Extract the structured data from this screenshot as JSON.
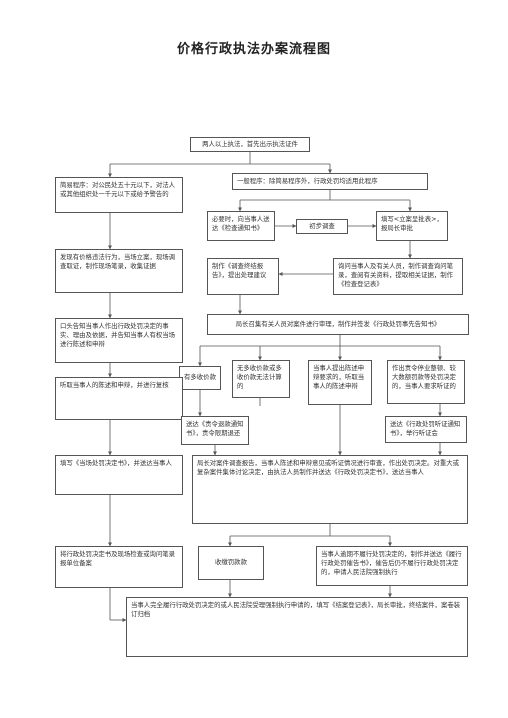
{
  "title": "价格行政执法办案流程图",
  "nodes": {
    "start": "两人以上执法，首先出示执法证件",
    "simple": "简易程序：对公民处五十元以下，对法人或其他组织处一千元以下或给予警告的",
    "general": "一般程序：除简易程序外，行政处罚均适用此程序",
    "notice": "必要时，向当事人送达《检查通知书》",
    "initial": "初步调查",
    "approval": "填写<立案呈批表>，报局长审批",
    "findings": "发现有价格违法行为，当场立案，现场调查取证，制作现场笔录，收集证据",
    "report": "制作《调查终结报告》，提出处理建议",
    "investigate": "询问当事人及有关人员，制作调查询问笔录，查阅有关资料，提取相关证据，制作《检查登记表》",
    "inform_oral": "口头告知当事人作出行政处罚决定的事实、理由及依据，并告知当事人有权当场进行陈述和申辩",
    "director": "局长召集有关人员对案件进行审理，制作并签发《行政处罚事先告知书》",
    "income": "有多收价款",
    "no_income": "无多收价款或多收价款无法计算的",
    "defense": "当事人提出陈述申辩要求的，听取当事人的陈述申辩",
    "hearing": "作出责令停业整顿、较大数额罚款等处罚决定的，当事人要求听证的",
    "listen_simple": "听取当事人的陈述和申辩，并进行复核",
    "refund": "送达《责令退款通知书》，责令限期退还",
    "hearing_notice": "送达《行政处罚听证通知书》，举行听证会",
    "onsite_form": "填写《当场处罚决定书》，并送达当事人",
    "decision": "局长对案件调查报告，当事人陈述和申辩意见或听证情况进行审查，作出处罚决定。对重大或复杂案件集体讨论决定，由执法人员制作并送达《行政处罚决定书》，送达当事人",
    "archive_simple": "将行政处罚决定书及现场检查或询问笔录报单位备案",
    "collect": "收缴罚款款",
    "enforce": "当事人逾期不履行处罚决定的，制作并送达《履行行政处罚催告书》，催告后仍不履行行政处罚决定的，申请人民法院强制执行",
    "close": "当事人完全履行行政处罚决定的或人民法院受理强制执行申请的，填写《结案登记表》，局长审批，终结案件，案卷装订归档"
  }
}
